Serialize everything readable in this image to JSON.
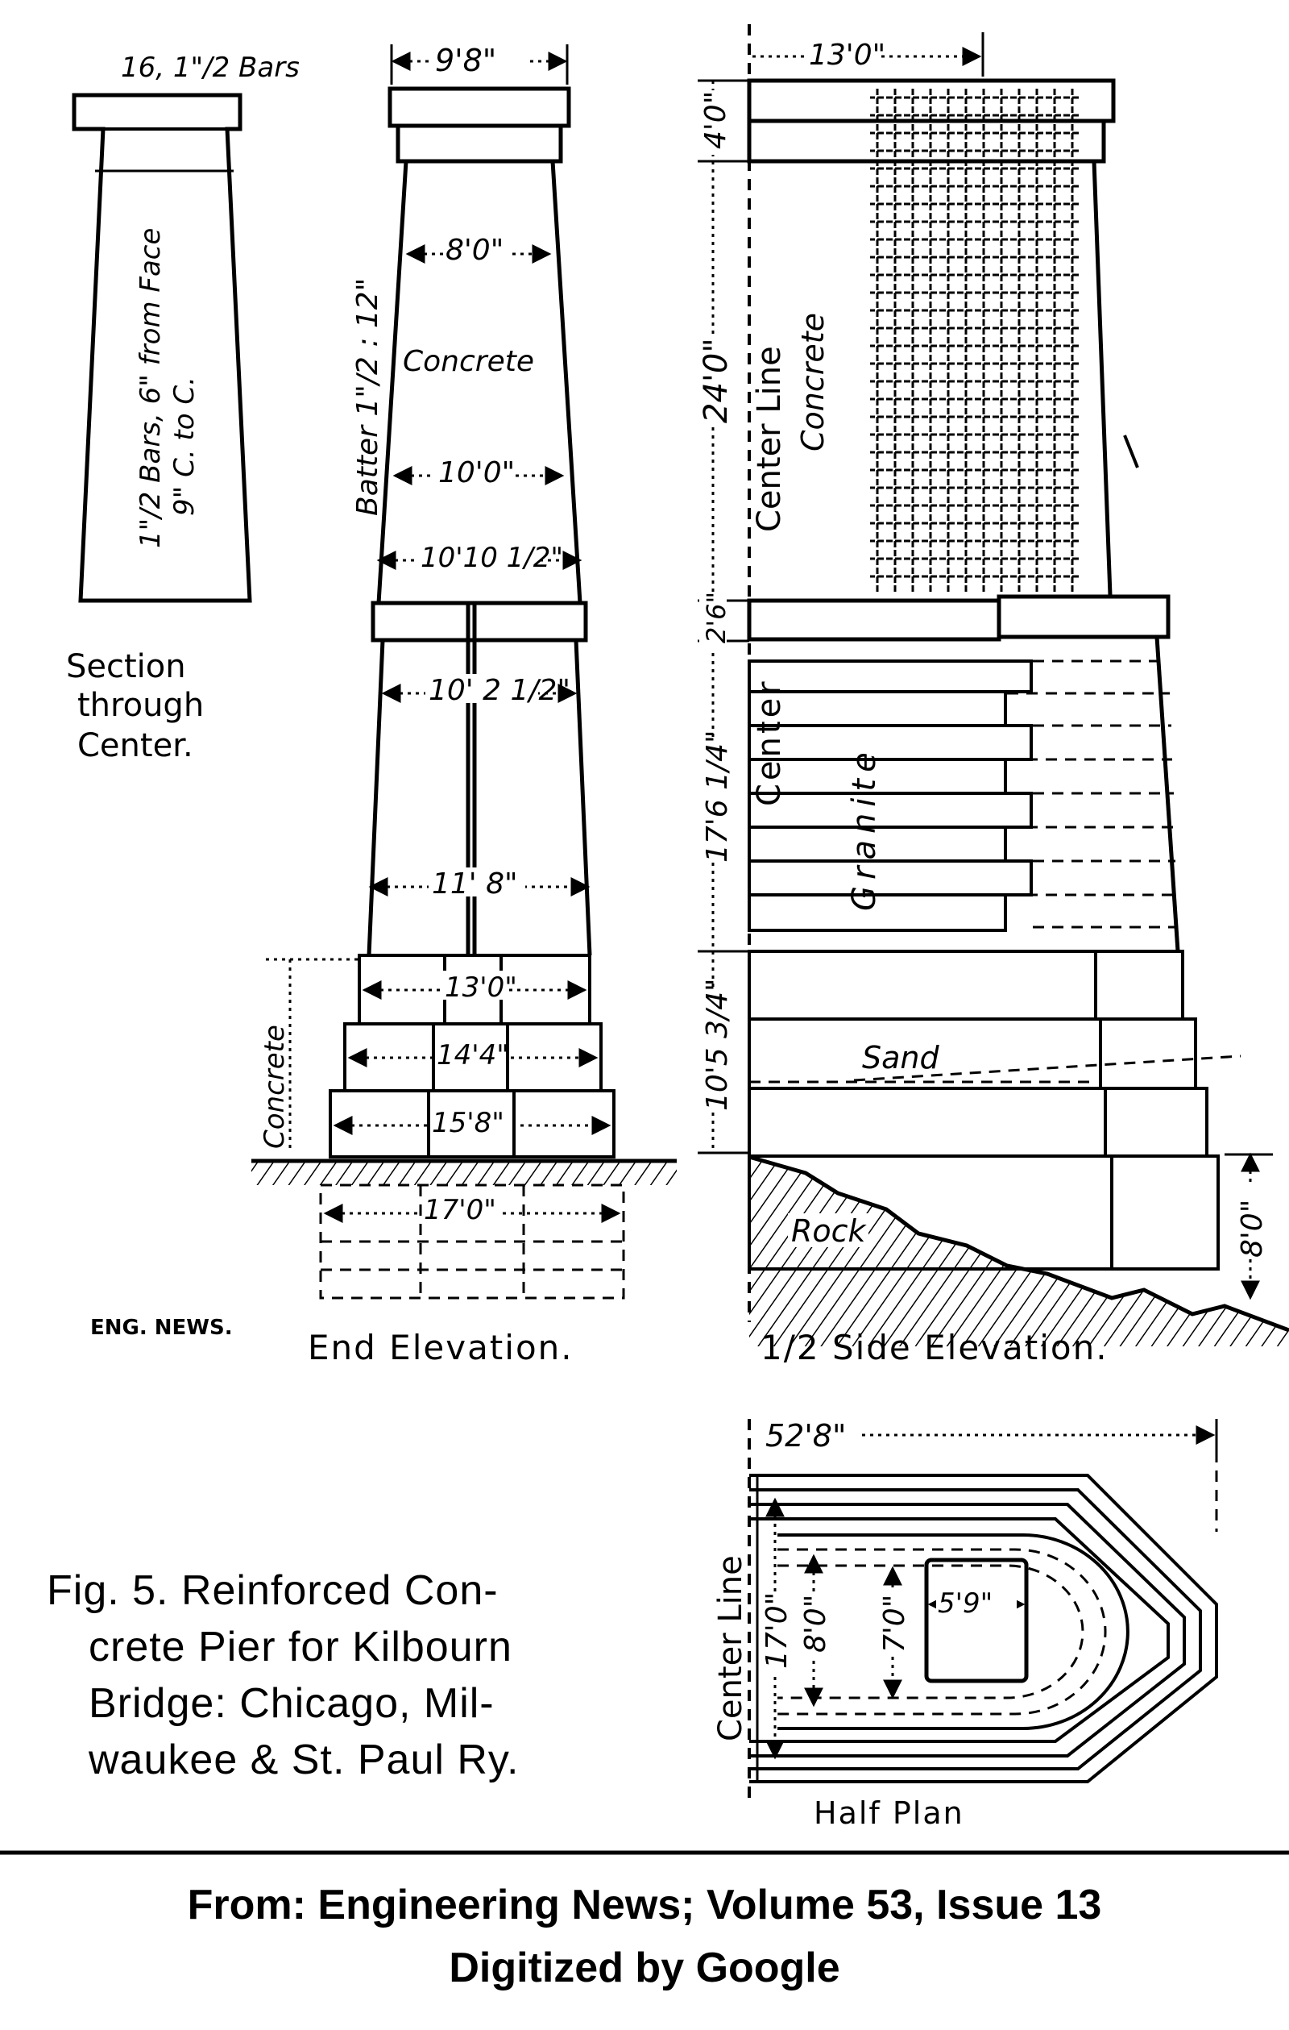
{
  "section": {
    "bars_top": "16, 1\"/2 Bars",
    "bars_side": "1\"/2 Bars, 6\" from Face",
    "bars_spacing": "9\" C. to C.",
    "caption_line1": "Section",
    "caption_line2": "through",
    "caption_line3": "Center."
  },
  "end_elevation": {
    "dim_top": "9'8\"",
    "dim_8": "8'0\"",
    "batter": "Batter 1\"/2 : 12\"",
    "concrete": "Concrete",
    "dim_10": "10'0\"",
    "dim_10_10": "10'10 1/2\"",
    "dim_10_2": "10' 2 1/2\"",
    "dim_11_8": "11' 8\"",
    "dim_13": "13'0\"",
    "dim_14": "14'4\"",
    "dim_15": "15'8\"",
    "dim_17": "17'0\"",
    "concrete_footing": "Concrete",
    "title": "End Elevation.",
    "credit": "ENG. NEWS."
  },
  "side_elevation": {
    "dim_13": "13'0\"",
    "dim_4": "4'0\"",
    "dim_24": "24'0\"",
    "center_line": "Center Line",
    "concrete": "Concrete",
    "dim_2_6": "2'6\"",
    "granite": "Granite",
    "dim_17_6": "17'6 1/4\"",
    "dim_10_5": "10'5 3/4\"",
    "sand": "Sand",
    "rock": "Rock",
    "dim_8": "8'0\"",
    "title": "1/2 Side Elevation."
  },
  "half_plan": {
    "dim_52_8": "52'8\"",
    "center_line": "Center Line",
    "dim_17": "17'0\"",
    "dim_8": "8'0\"",
    "dim_7": "7'0\"",
    "dim_5_9": "5'9\"",
    "title": "Half Plan"
  },
  "figure_caption": {
    "line1": "Fig. 5.  Reinforced Con-",
    "line2": "crete Pier for Kilbourn",
    "line3": "Bridge: Chicago, Mil-",
    "line4": "waukee & St. Paul Ry."
  },
  "source": {
    "line1": "From: Engineering News; Volume 53, Issue 13",
    "line2": "Digitized by Google"
  }
}
